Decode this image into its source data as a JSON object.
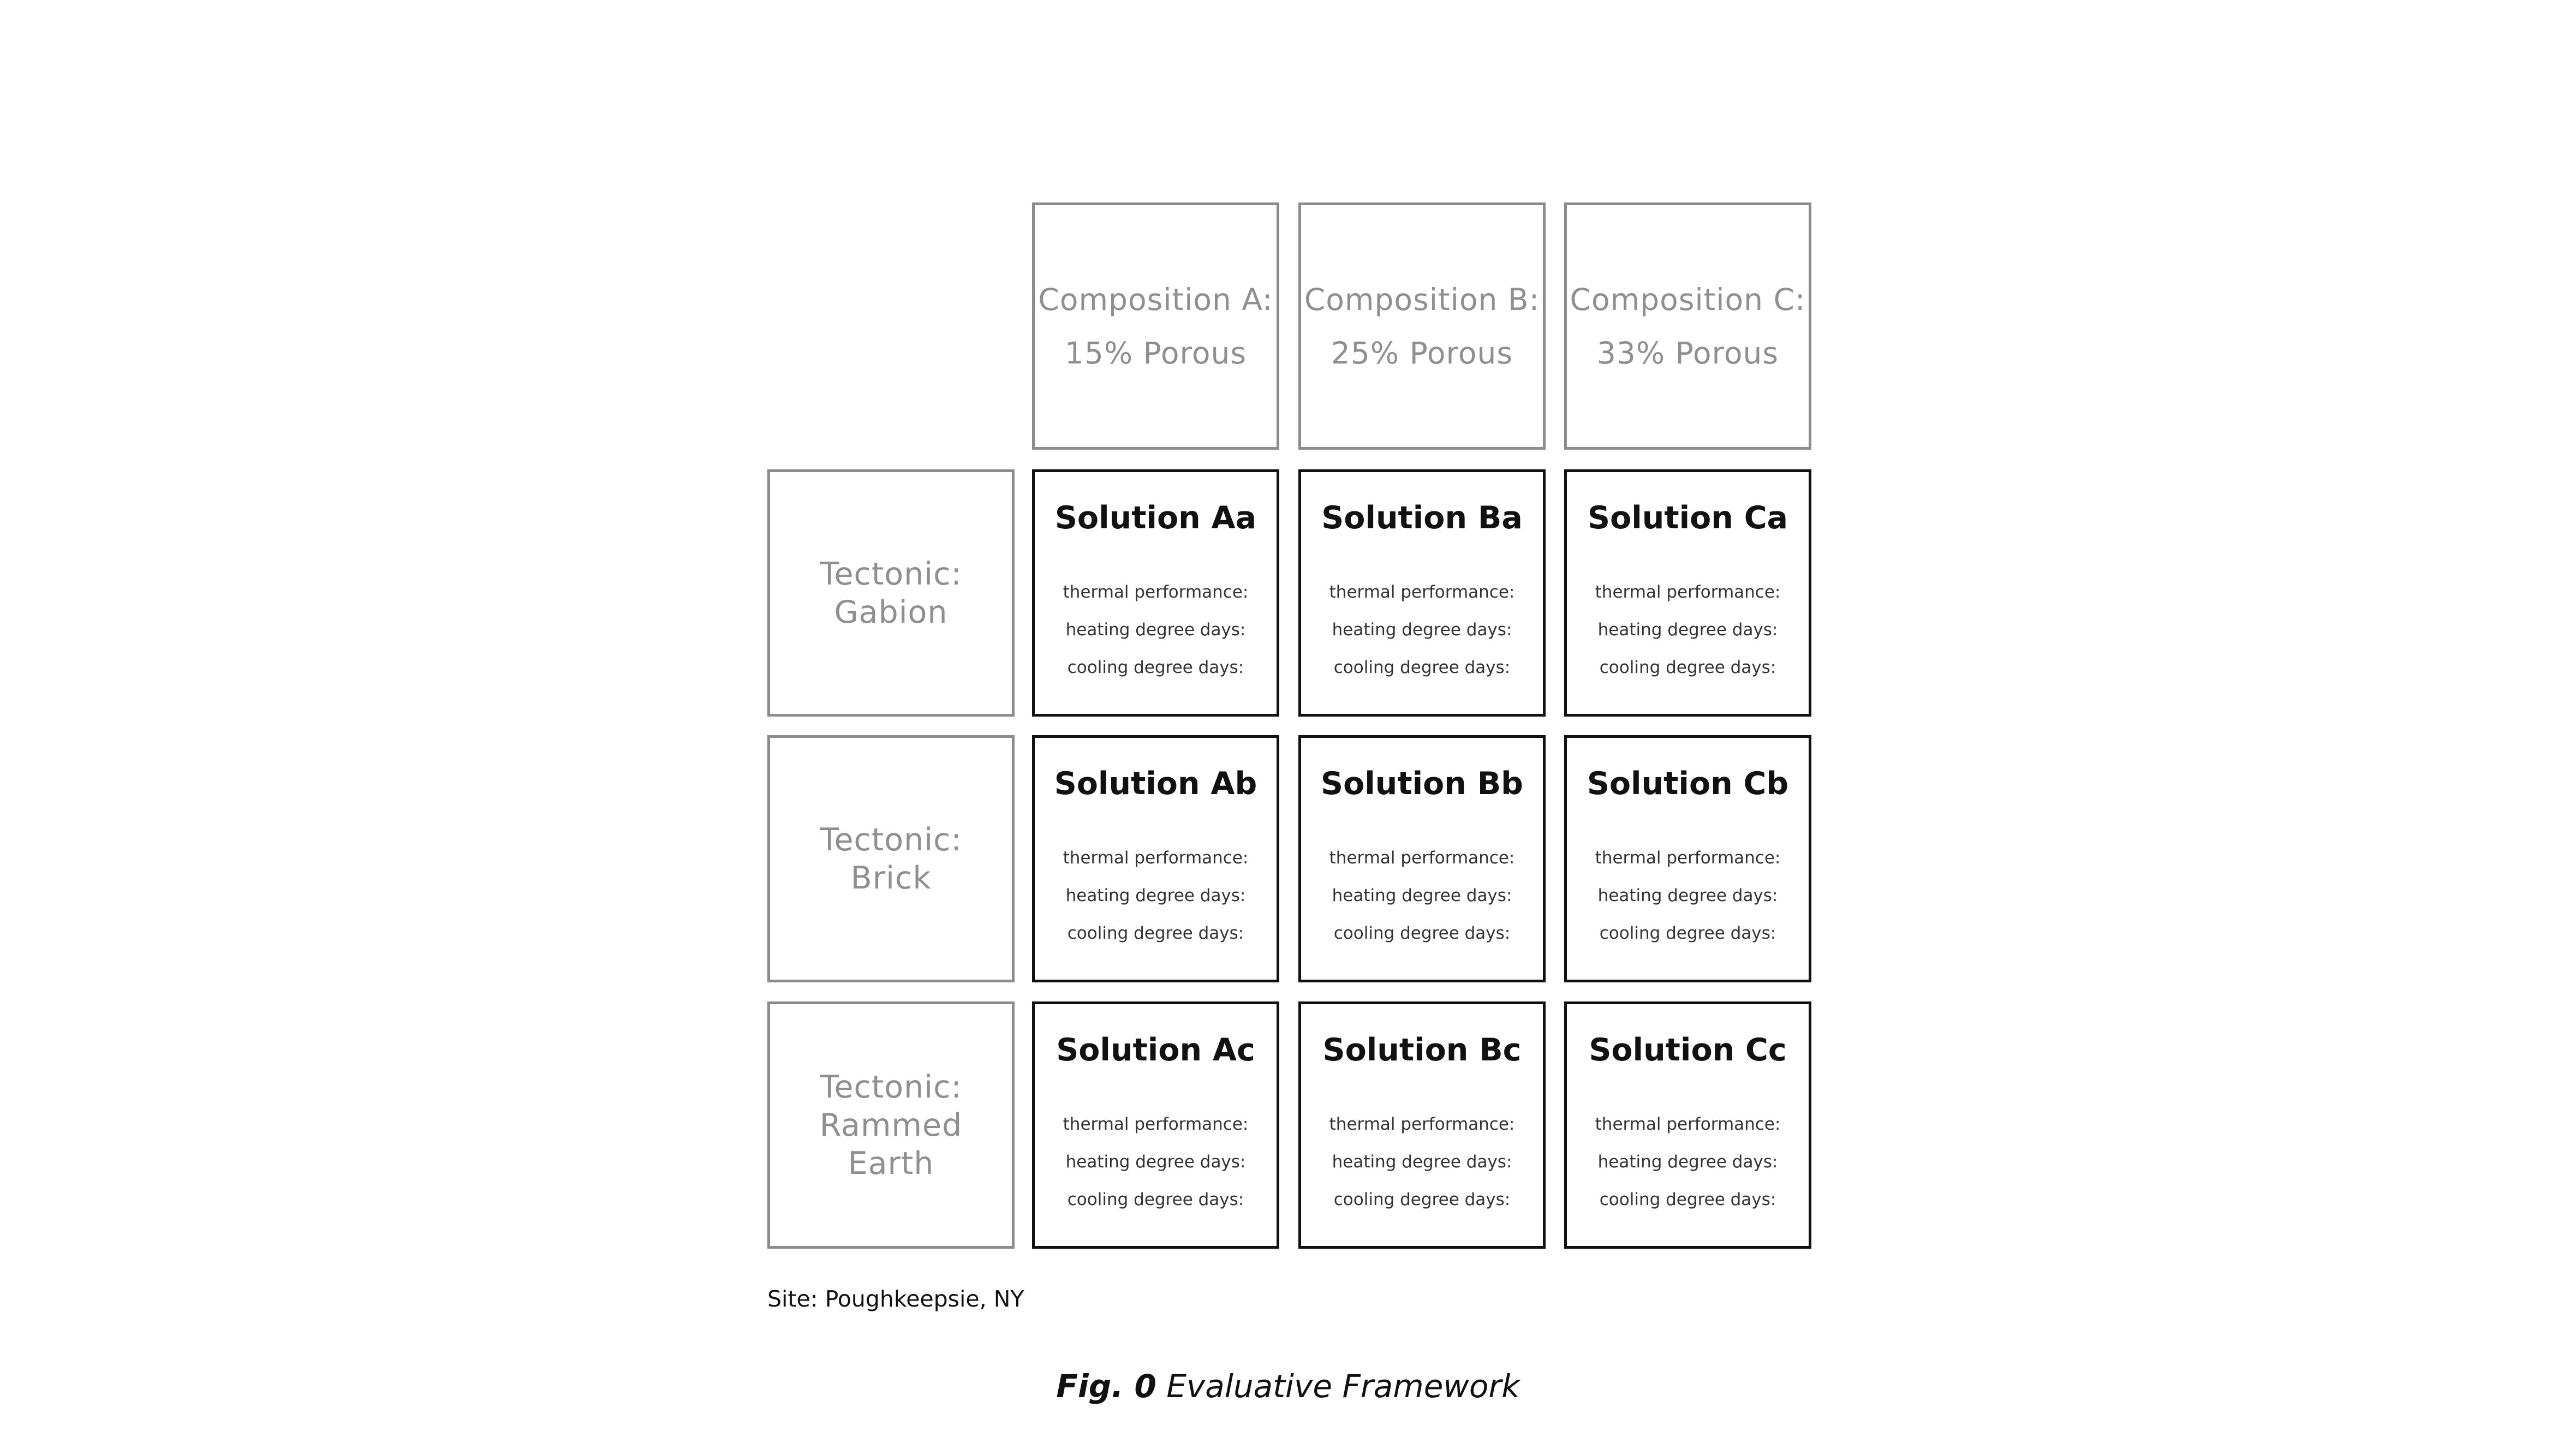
{
  "columns": [
    {
      "line1": "Composition A:",
      "line2": "15% Porous"
    },
    {
      "line1": "Composition B:",
      "line2": "25% Porous"
    },
    {
      "line1": "Composition C:",
      "line2": "33% Porous"
    }
  ],
  "rows": [
    {
      "line1": "Tectonic:",
      "line2": "Gabion",
      "line3": ""
    },
    {
      "line1": "Tectonic:",
      "line2": "Brick",
      "line3": ""
    },
    {
      "line1": "Tectonic:",
      "line2": "Rammed",
      "line3": "Earth"
    }
  ],
  "solutions": [
    [
      "Solution Aa",
      "Solution Ba",
      "Solution Ca"
    ],
    [
      "Solution Ab",
      "Solution Bb",
      "Solution Cb"
    ],
    [
      "Solution Ac",
      "Solution Bc",
      "Solution Cc"
    ]
  ],
  "metrics": {
    "thermal": "thermal performance:",
    "heating": "heating degree days:",
    "cooling": "cooling degree days:"
  },
  "site": "Site: Poughkeepsie, NY",
  "caption": {
    "fig": "Fig. 0",
    "title": "Evaluative Framework"
  }
}
